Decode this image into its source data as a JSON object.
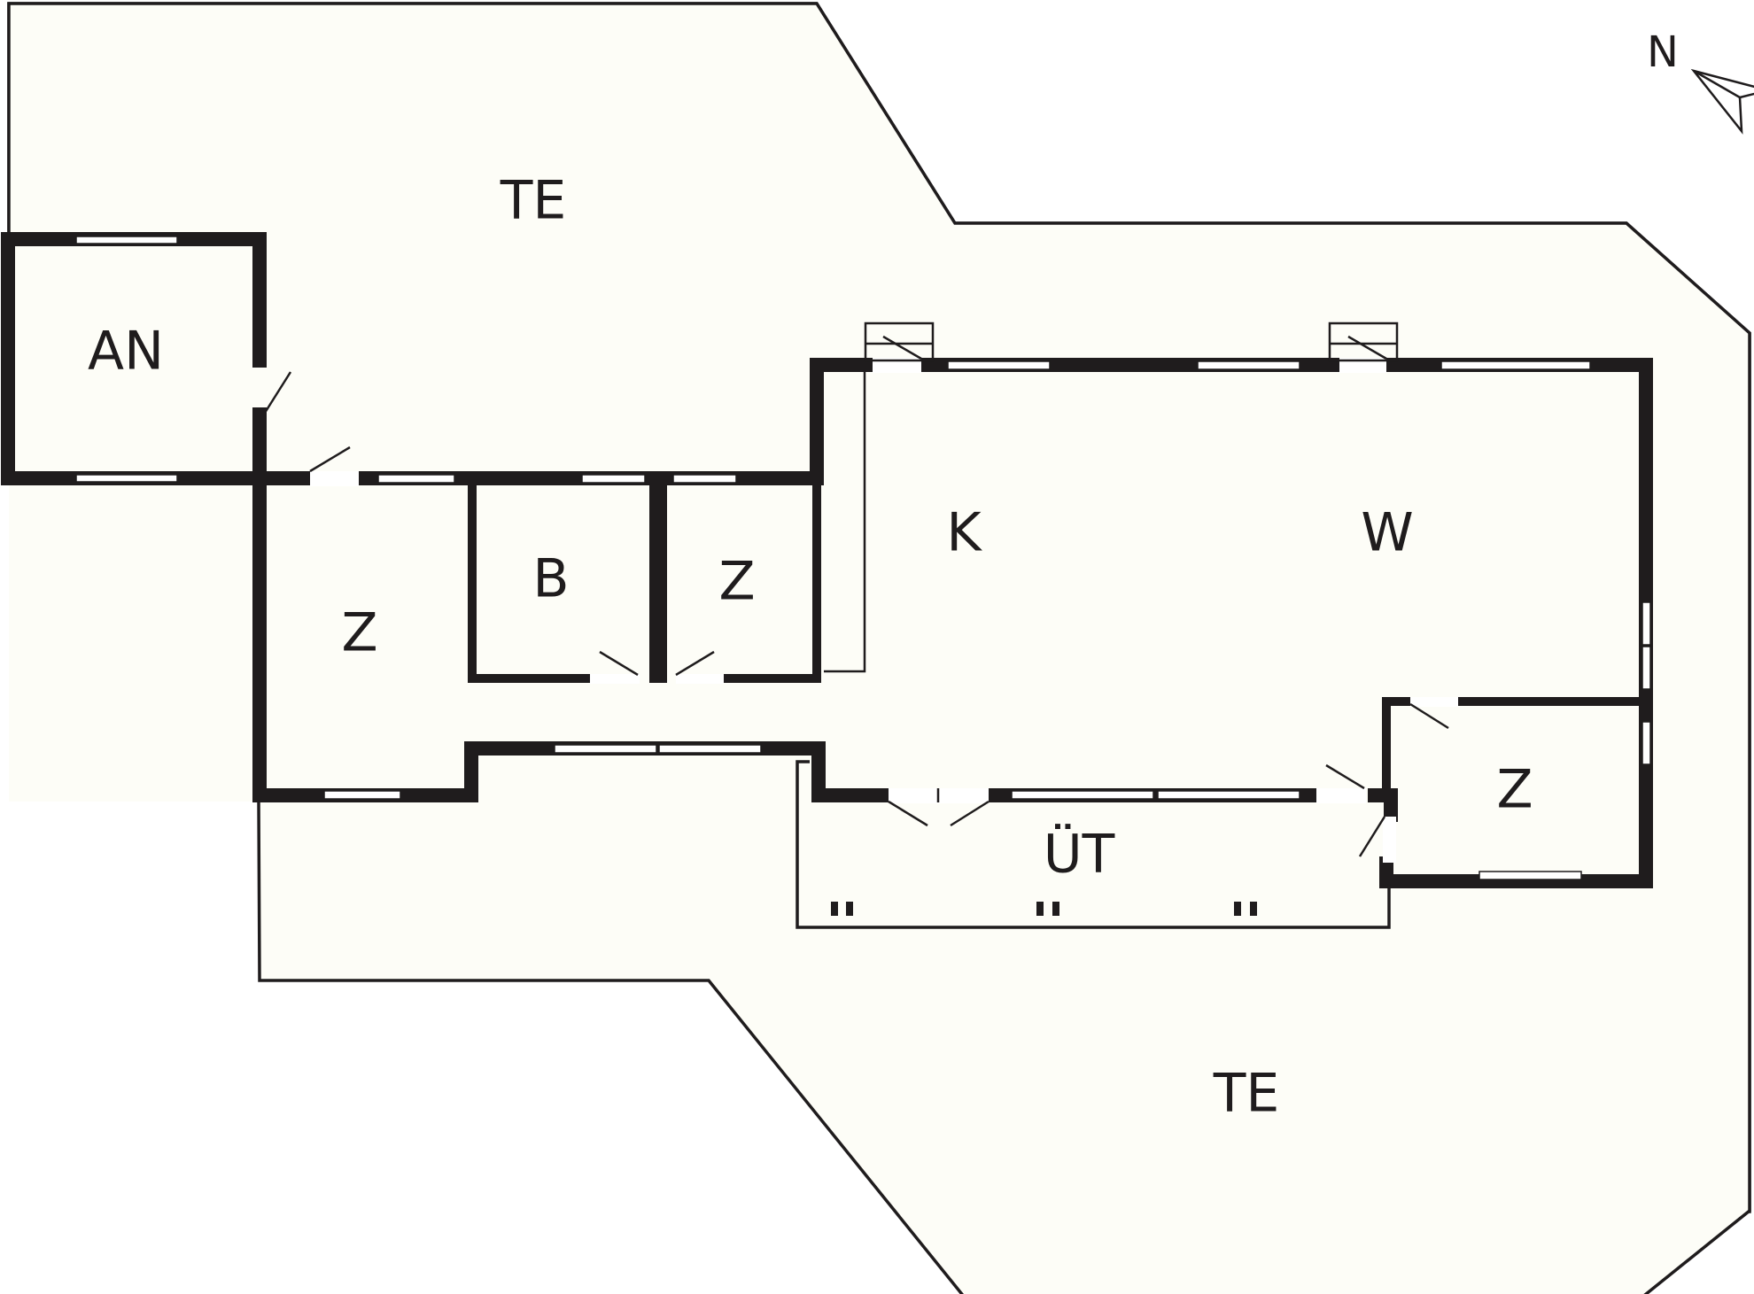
{
  "colors": {
    "floor": "#fdfdf7",
    "wall": "#1f1c1d",
    "background": "#ffffff"
  },
  "compass": {
    "label": "N",
    "icon": "north-arrow-icon"
  },
  "rooms": {
    "terrace_north": "TE",
    "annex": "AN",
    "room_west": "Z",
    "bath": "B",
    "room_middle": "Z",
    "kitchen": "K",
    "living": "W",
    "room_east": "Z",
    "covered_terrace": "ÜT",
    "terrace_south": "TE"
  }
}
